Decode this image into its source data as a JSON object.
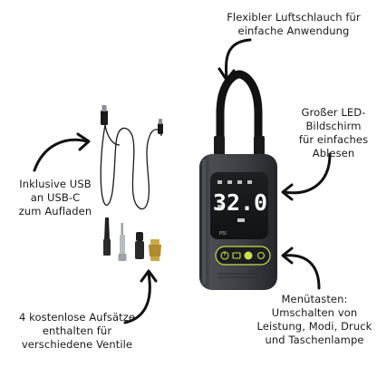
{
  "labels": {
    "hose": [
      "Flexibler Luftschlauch für",
      "einfache Anwendung"
    ],
    "screen": [
      "Großer LED-",
      "Bildschirm",
      "für einfaches",
      "Ablesen"
    ],
    "usb": [
      "Inklusive USB",
      "an USB-C",
      "zum Aufladen"
    ],
    "tips": [
      "4 kostenlose Aufsätze",
      "enthalten für",
      "verschiedene Ventile"
    ],
    "menu": [
      "Menütasten:",
      "Umschalten von",
      "Leistung, Modi, Druck",
      "und Taschenlampe"
    ]
  },
  "device": {
    "display_value": "32.0",
    "display_unit": "PSI",
    "accent_color": "#c9e04a",
    "body_color": "#3d4045"
  }
}
